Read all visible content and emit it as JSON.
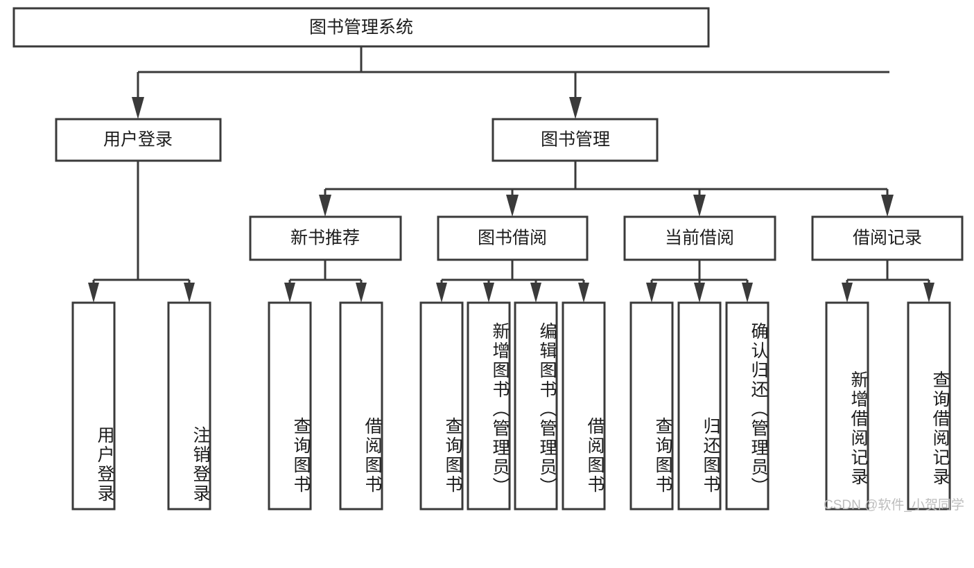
{
  "diagram": {
    "title": "图书管理系统",
    "type": "hierarchy-tree",
    "watermark": "CSDN @软件_小贺同学",
    "colors": {
      "stroke": "#3a3a3a",
      "fill": "#ffffff",
      "text": "#1c1c1c",
      "watermark": "#bdbdbd"
    },
    "levels": {
      "root": {
        "label": "图书管理系统"
      },
      "level2": [
        {
          "label": "用户登录"
        },
        {
          "label": "图书管理"
        }
      ],
      "level3": [
        {
          "label": "新书推荐"
        },
        {
          "label": "图书借阅"
        },
        {
          "label": "当前借阅"
        },
        {
          "label": "借阅记录"
        }
      ],
      "leaves": [
        {
          "label": "用户登录",
          "parent": "用户登录"
        },
        {
          "label": "注销登录",
          "parent": "用户登录"
        },
        {
          "label": "查询图书",
          "parent": "新书推荐"
        },
        {
          "label": "借阅图书",
          "parent": "新书推荐"
        },
        {
          "label": "查询图书",
          "parent": "图书借阅"
        },
        {
          "label": "新增图书（管理员）",
          "parent": "图书借阅"
        },
        {
          "label": "编辑图书（管理员）",
          "parent": "图书借阅"
        },
        {
          "label": "借阅图书",
          "parent": "图书借阅"
        },
        {
          "label": "查询图书",
          "parent": "当前借阅"
        },
        {
          "label": "归还图书",
          "parent": "当前借阅"
        },
        {
          "label": "确认归还（管理员）",
          "parent": "当前借阅"
        },
        {
          "label": "新增借阅记录",
          "parent": "借阅记录"
        },
        {
          "label": "查询借阅记录",
          "parent": "借阅记录"
        }
      ]
    }
  }
}
